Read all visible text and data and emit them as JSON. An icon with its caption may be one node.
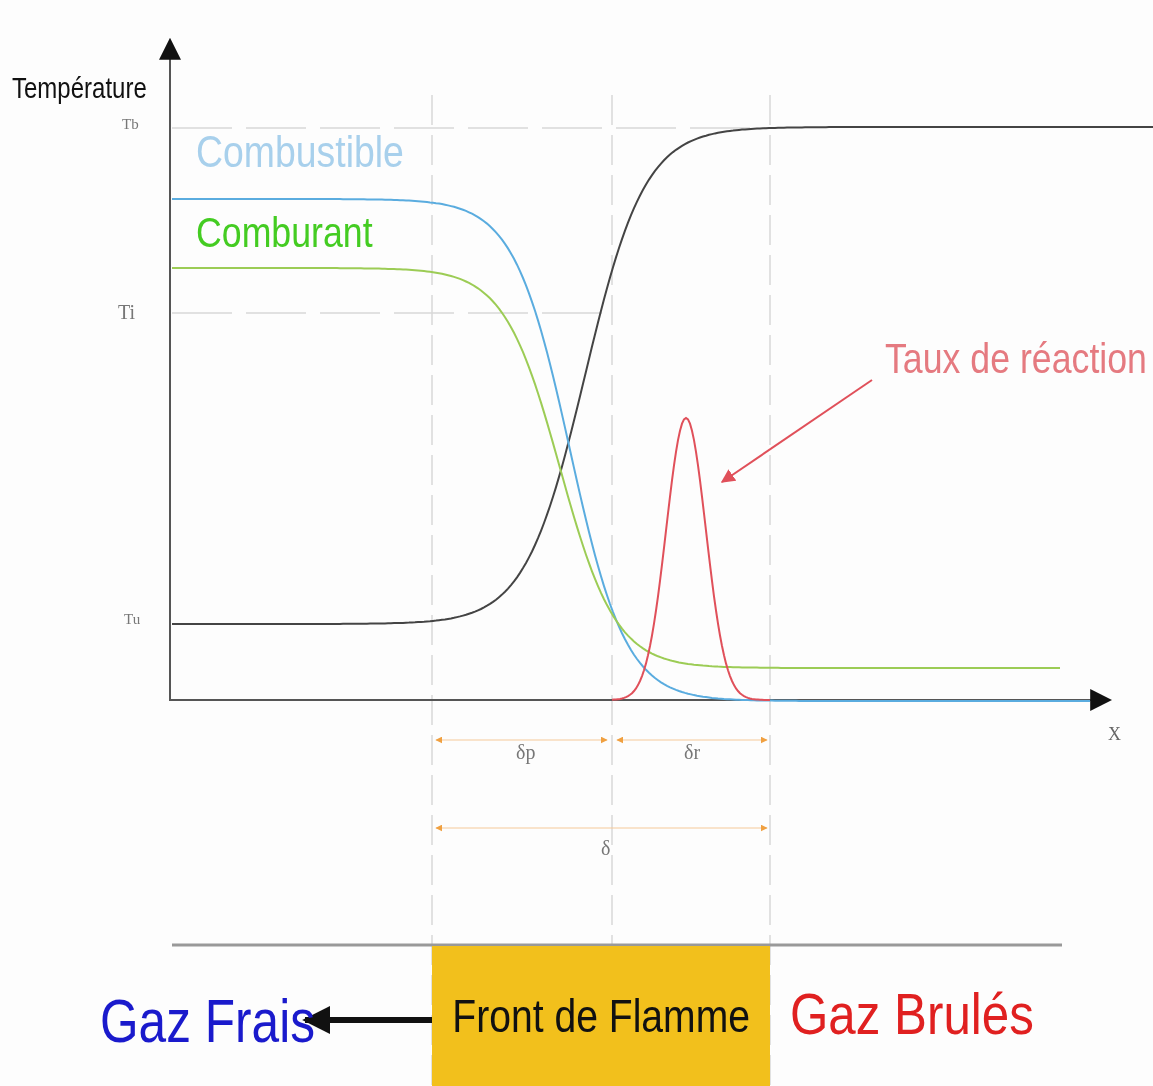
{
  "diagram": {
    "nodes": [
      {
        "text": [
          "Taux de réaction"
        ]
      },
      {
        "text": [
          "Gaz Frais"
        ]
      },
      {
        "text": [
          "Front de Flamme"
        ]
      }
    ],
    "edges": [
      {
        "from": 0,
        "to": null,
        "arrow": "to",
        "color": "#e0505a"
      },
      {
        "from": 2,
        "to": 1,
        "arrow": "to",
        "style": "thick",
        "color": "#111111"
      }
    ],
    "labels": [
      "Température",
      "Tb",
      "Combustible",
      "Comburant",
      "Ti",
      "Tu",
      "X",
      "δp",
      "δr",
      "δ",
      "Gaz  Brulés"
    ]
  }
}
